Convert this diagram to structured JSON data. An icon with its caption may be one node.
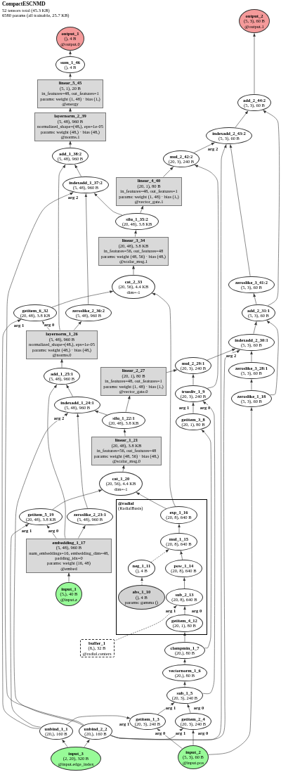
{
  "diagram": {
    "title": "CompactESCNMD",
    "labels": [
      "52 tensors total (45.3 KB)",
      "6580 params (all trainable, 25.7 KB)"
    ],
    "nodes": [
      {
        "text": [
          "output_2",
          "(5, 3), 60 B",
          "@output.1"
        ]
      },
      {
        "text": [
          "output_1",
          "(), 4 B",
          "@output.0"
        ]
      },
      {
        "text": [
          "sum_1_46",
          "(), 4 B"
        ]
      },
      {
        "text": [
          "add_2_44:2",
          "(5, 3), 60 B"
        ]
      },
      {
        "text": [
          "linear_5_45",
          "(5, 1), 20 B",
          "in_features=48, out_features=1",
          "params: weight (1, 48) · bias (1,)",
          "@energy"
        ]
      },
      {
        "text": [
          "layernorm_2_39",
          "(5, 48), 960 B",
          "normalized_shape=(48,), eps=1e-05",
          "params: weight (48,) · bias (48,)",
          "@norms.1"
        ]
      },
      {
        "text": [
          "indexadd_2_43:2",
          "(5, 3), 60 B"
        ]
      },
      {
        "text": [
          "add_1_38:2",
          "(5, 48), 960 B"
        ]
      },
      {
        "text": [
          "mul_2_42:2",
          "(20, 3), 240 B"
        ]
      },
      {
        "text": [
          "linear_4_40",
          "(20, 1), 80 B",
          "in_features=48, out_features=1",
          "params: weight (1, 48) · bias (1,)",
          "@vector_gate.1"
        ]
      },
      {
        "text": [
          "indexadd_1_37:2",
          "(5, 48), 960 B"
        ]
      },
      {
        "text": [
          "silu_1_35:2",
          "(20, 48), 3.8 KB"
        ]
      },
      {
        "text": [
          "linear_3_34",
          "(20, 48), 3.8 KB",
          "in_features=56, out_features=48",
          "params: weight (48, 56) · bias (48,)",
          "@scalar_msg.1"
        ]
      },
      {
        "text": [
          "cat_2_33",
          "(20, 56), 4.4 KB",
          "dim=-1"
        ]
      },
      {
        "text": [
          "zeroslike_3_41:2",
          "(5, 3), 60 B"
        ]
      },
      {
        "text": [
          "add_2_31:1",
          "(5, 3), 60 B"
        ]
      },
      {
        "text": [
          "getitem_6_32",
          "(20, 48), 3.8 KB"
        ]
      },
      {
        "text": [
          "zeroslike_2_36:2",
          "(5, 48), 960 B"
        ]
      },
      {
        "text": [
          "layernorm_1_26",
          "(5, 48), 960 B",
          "normalized_shape=(48,), eps=1e-05",
          "params: weight (48,) · bias (48,)",
          "@norms.0"
        ]
      },
      {
        "text": [
          "indexadd_2_30:1",
          "(5, 3), 60 B"
        ]
      },
      {
        "text": [
          "mul_2_29:1",
          "(20, 3), 240 B"
        ]
      },
      {
        "text": [
          "zeroslike_3_28:1",
          "(5, 3), 60 B"
        ]
      },
      {
        "text": [
          "add_1_25:1",
          "(5, 48), 960 B"
        ]
      },
      {
        "text": [
          "linear_2_27",
          "(20, 1), 80 B",
          "in_features=48, out_features=1",
          "params: weight (1, 48) · bias (1,)",
          "@vector_gate.0"
        ]
      },
      {
        "text": [
          "truediv_1_9",
          "(20, 3), 240 B"
        ]
      },
      {
        "text": [
          "zeroslike_1_18",
          "(5, 3), 60 B"
        ]
      },
      {
        "text": [
          "indexadd_1_24:1",
          "(5, 48), 960 B"
        ]
      },
      {
        "text": [
          "silu_1_22:1",
          "(20, 48), 3.8 KB"
        ]
      },
      {
        "text": [
          "getitem_3_8",
          "(20, 1), 80 B"
        ]
      },
      {
        "text": [
          "linear_1_21",
          "(20, 48), 3.8 KB",
          "in_features=56, out_features=48",
          "params: weight (48, 56) · bias (48,)",
          "@scalar_msg.0"
        ]
      },
      {
        "text": [
          "cat_1_20",
          "(20, 56), 4.4 KB",
          "dim=-1"
        ]
      },
      {
        "text": [
          "@radial",
          "(RadialBasis)"
        ]
      },
      {
        "text": [
          "exp_1_16",
          "(20, 8), 640 B"
        ],
        "in": 31
      },
      {
        "text": [
          "getitem_5_19",
          "(20, 48), 3.8 KB"
        ]
      },
      {
        "text": [
          "zeroslike_2_23:1",
          "(5, 48), 960 B"
        ]
      },
      {
        "text": [
          "embedding_1_17",
          "(5, 48), 960 B",
          "num_embeddings=16, embedding_dim=48, padding_idx=0",
          "params: weight (16, 48)",
          "@embed"
        ]
      },
      {
        "text": [
          "mul_1_15",
          "(20, 8), 640 B"
        ],
        "in": 31
      },
      {
        "text": [
          "input_1",
          "(5,), 40 B",
          "@input.z"
        ]
      },
      {
        "text": [
          "neg_1_11",
          "(), 4 B"
        ],
        "in": 31
      },
      {
        "text": [
          "pow_1_14",
          "(20, 8), 640 B"
        ],
        "in": 31
      },
      {
        "text": [
          "abs_1_10",
          "(), 4 B",
          "params: gamma ()"
        ],
        "in": 31
      },
      {
        "text": [
          "sub_2_13",
          "(20, 8), 640 B"
        ],
        "in": 31
      },
      {
        "text": [
          "buffer_1",
          "(8,), 32 B",
          "@radial.centers"
        ]
      },
      {
        "text": [
          "getitem_4_12",
          "(20, 1), 80 B"
        ],
        "in": 31
      },
      {
        "text": [
          "clampmin_1_7",
          "(20,), 80 B"
        ]
      },
      {
        "text": [
          "vectornorm_1_6",
          "(20,), 80 B"
        ]
      },
      {
        "text": [
          "sub_1_5",
          "(20, 3), 240 B"
        ]
      },
      {
        "text": [
          "getitem_1_3",
          "(20, 3), 240 B"
        ]
      },
      {
        "text": [
          "getitem_2_4",
          "(20, 3), 240 B"
        ]
      },
      {
        "text": [
          "unbind_1_1",
          "(20,), 160 B"
        ]
      },
      {
        "text": [
          "unbind_2_2",
          "(20,), 160 B"
        ]
      },
      {
        "text": [
          "input_2",
          "(5, 3), 60 B",
          "@input.pos"
        ]
      },
      {
        "text": [
          "input_3",
          "(2, 20), 320 B",
          "@input.edge_index"
        ]
      }
    ],
    "edges": [
      {
        "from": 2,
        "to": 1,
        "arrow": "to"
      },
      {
        "from": 4,
        "to": 2,
        "arrow": "to"
      },
      {
        "from": 5,
        "to": 4,
        "arrow": "to"
      },
      {
        "from": 7,
        "to": 5,
        "arrow": "to"
      },
      {
        "from": 10,
        "to": 7,
        "arrow": "to"
      },
      {
        "from": 18,
        "to": 7,
        "arrow": "to"
      },
      {
        "from": 11,
        "to": 10,
        "arrow": "to"
      },
      {
        "from": 17,
        "to": 10,
        "arrow": "to"
      },
      {
        "from": 50,
        "to": 10,
        "arrow": "to",
        "label": "arg 2"
      },
      {
        "from": 12,
        "to": 11,
        "arrow": "to"
      },
      {
        "from": 11,
        "to": 9,
        "arrow": "to"
      },
      {
        "from": 13,
        "to": 12,
        "arrow": "to"
      },
      {
        "from": 16,
        "to": 13,
        "arrow": "to"
      },
      {
        "from": 32,
        "to": 13,
        "arrow": "to"
      },
      {
        "from": 18,
        "to": 16,
        "arrow": "to",
        "label": "arg 0"
      },
      {
        "from": 49,
        "to": 16,
        "arrow": "to",
        "label": "arg 1"
      },
      {
        "from": 18,
        "to": 17,
        "arrow": "to"
      },
      {
        "from": 22,
        "to": 18,
        "arrow": "to"
      },
      {
        "from": 26,
        "to": 22,
        "arrow": "to"
      },
      {
        "from": 35,
        "to": 22,
        "arrow": "to"
      },
      {
        "from": 27,
        "to": 26,
        "arrow": "to"
      },
      {
        "from": 34,
        "to": 26,
        "arrow": "to"
      },
      {
        "from": 50,
        "to": 26,
        "arrow": "to",
        "label": "arg 2"
      },
      {
        "from": 27,
        "to": 23,
        "arrow": "to"
      },
      {
        "from": 29,
        "to": 27,
        "arrow": "to"
      },
      {
        "from": 30,
        "to": 29,
        "arrow": "to"
      },
      {
        "from": 33,
        "to": 30,
        "arrow": "to"
      },
      {
        "from": 32,
        "to": 30,
        "arrow": "to"
      },
      {
        "from": 35,
        "to": 33,
        "arrow": "to",
        "label": "arg 0"
      },
      {
        "from": 49,
        "to": 33,
        "arrow": "to",
        "label": "arg 1"
      },
      {
        "from": 35,
        "to": 34,
        "arrow": "to"
      },
      {
        "from": 37,
        "to": 35,
        "arrow": "to"
      },
      {
        "from": 36,
        "to": 32,
        "arrow": "to"
      },
      {
        "from": 38,
        "to": 36,
        "arrow": "to",
        "style": "dashed"
      },
      {
        "from": 39,
        "to": 36,
        "arrow": "to"
      },
      {
        "from": 40,
        "to": 38,
        "arrow": "to",
        "style": "dashed"
      },
      {
        "from": 41,
        "to": 39,
        "arrow": "to"
      },
      {
        "from": 43,
        "to": 41,
        "arrow": "to",
        "label": "arg 0"
      },
      {
        "from": 42,
        "to": 41,
        "arrow": "to",
        "label": "arg 1",
        "style": "dashed"
      },
      {
        "from": 44,
        "to": 43,
        "arrow": "to"
      },
      {
        "from": 45,
        "to": 44,
        "arrow": "to"
      },
      {
        "from": 44,
        "to": 28,
        "arrow": "to"
      },
      {
        "from": 46,
        "to": 45,
        "arrow": "to"
      },
      {
        "from": 47,
        "to": 46,
        "arrow": "to",
        "label": "arg 1"
      },
      {
        "from": 48,
        "to": 46,
        "arrow": "to",
        "label": "arg 0"
      },
      {
        "from": 51,
        "to": 47,
        "arrow": "to",
        "label": "arg 0"
      },
      {
        "from": 49,
        "to": 47,
        "arrow": "to",
        "label": "arg 1"
      },
      {
        "from": 51,
        "to": 48,
        "arrow": "to",
        "label": "arg 0"
      },
      {
        "from": 50,
        "to": 48,
        "arrow": "to",
        "label": "arg 1"
      },
      {
        "from": 52,
        "to": 49,
        "arrow": "to"
      },
      {
        "from": 52,
        "to": 50,
        "arrow": "to"
      },
      {
        "from": 51,
        "to": 25,
        "arrow": "to"
      },
      {
        "from": 46,
        "to": 24,
        "arrow": "to",
        "label": "arg 0"
      },
      {
        "from": 28,
        "to": 24,
        "arrow": "to",
        "label": "arg 1"
      },
      {
        "from": 24,
        "to": 20,
        "arrow": "to"
      },
      {
        "from": 23,
        "to": 20,
        "arrow": "to"
      },
      {
        "from": 20,
        "to": 19,
        "arrow": "to"
      },
      {
        "from": 21,
        "to": 19,
        "arrow": "to"
      },
      {
        "from": 50,
        "to": 19,
        "arrow": "to",
        "label": "arg 2"
      },
      {
        "from": 25,
        "to": 21,
        "arrow": "to"
      },
      {
        "from": 19,
        "to": 15,
        "arrow": "to"
      },
      {
        "from": 25,
        "to": 15,
        "arrow": "to"
      },
      {
        "from": 15,
        "to": 14,
        "arrow": "to"
      },
      {
        "from": 15,
        "to": 3,
        "arrow": "to"
      },
      {
        "from": 14,
        "to": 6,
        "arrow": "to"
      },
      {
        "from": 50,
        "to": 6,
        "arrow": "to",
        "label": "arg 2"
      },
      {
        "from": 8,
        "to": 6,
        "arrow": "to"
      },
      {
        "from": 9,
        "to": 8,
        "arrow": "to"
      },
      {
        "from": 24,
        "to": 8,
        "arrow": "to"
      },
      {
        "from": 6,
        "to": 3,
        "arrow": "to"
      },
      {
        "from": 3,
        "to": 0,
        "arrow": "to"
      }
    ]
  }
}
